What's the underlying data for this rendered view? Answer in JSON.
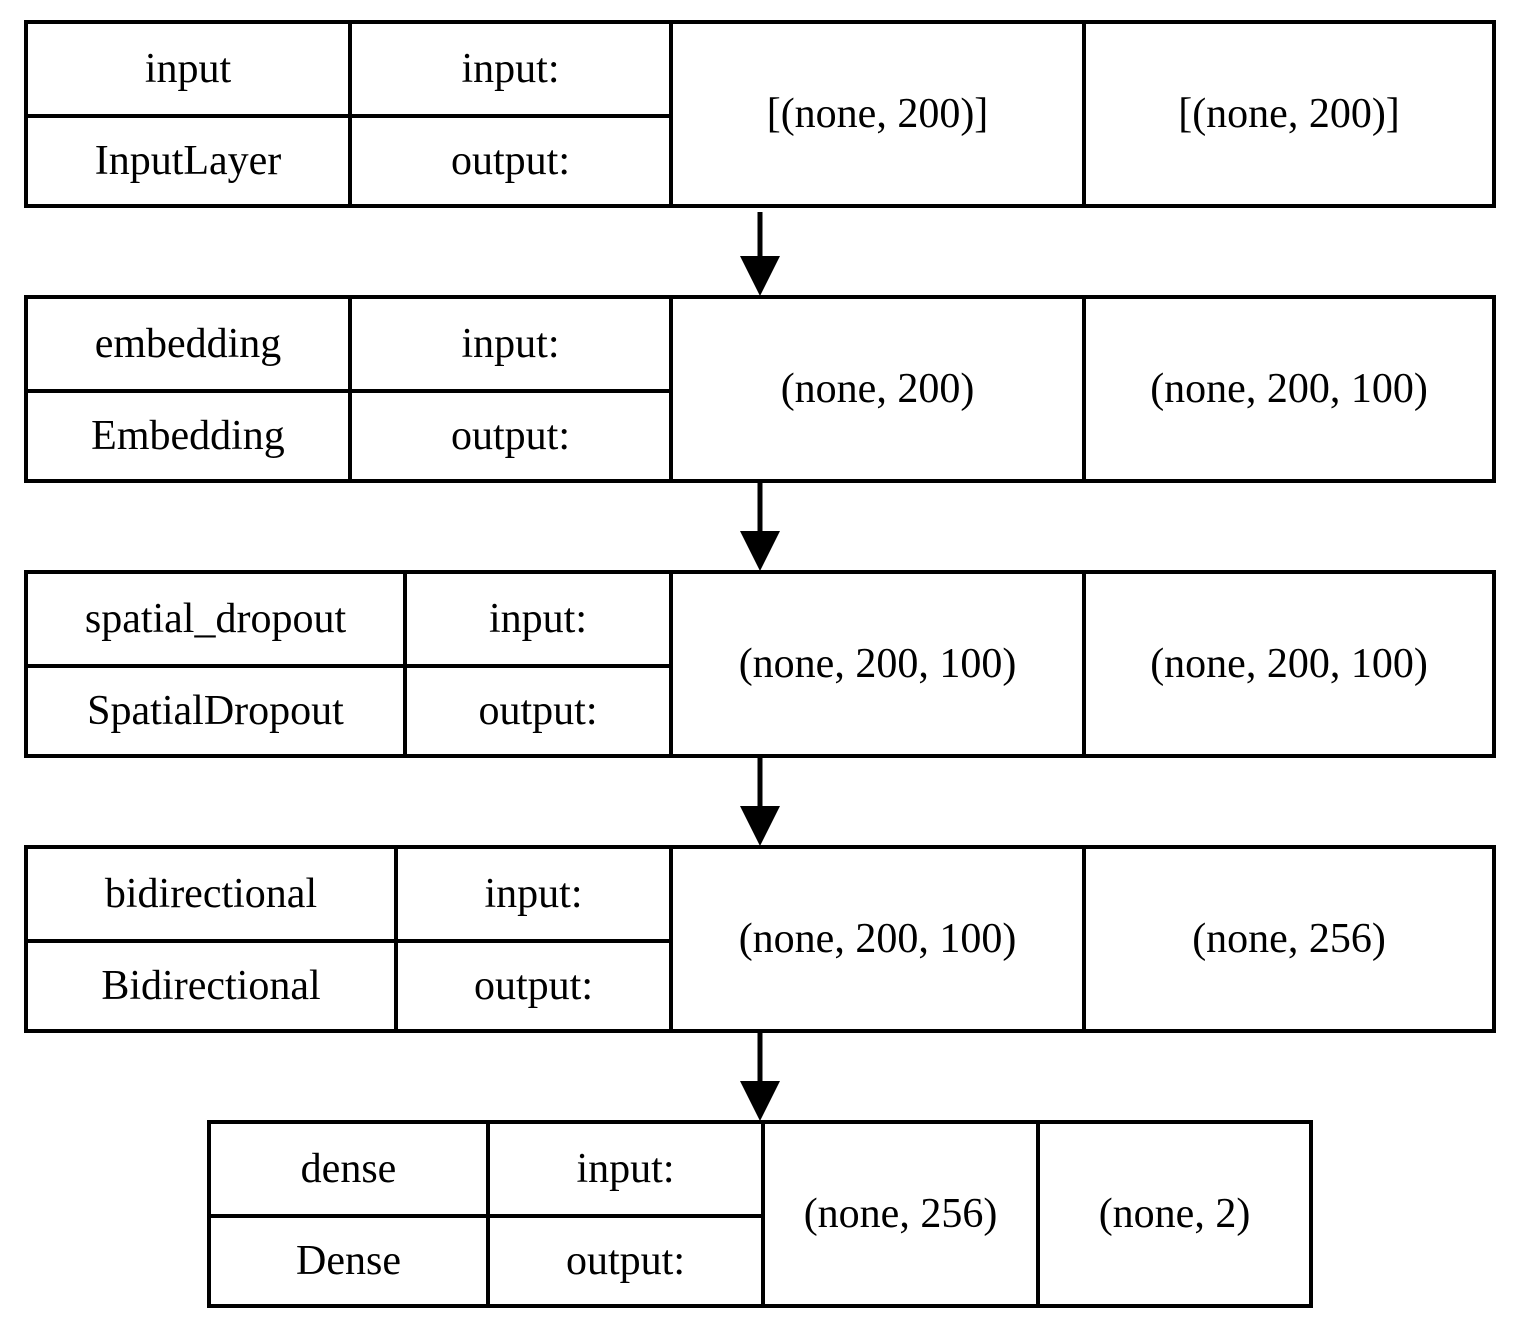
{
  "diagram": {
    "layers": [
      {
        "name": "input",
        "type": "InputLayer",
        "input_label": "input:",
        "output_label": "output:",
        "input_shape": "[(none, 200)]",
        "output_shape": "[(none, 200)]"
      },
      {
        "name": "embedding",
        "type": "Embedding",
        "input_label": "input:",
        "output_label": "output:",
        "input_shape": "(none, 200)",
        "output_shape": "(none, 200, 100)"
      },
      {
        "name": "spatial_dropout",
        "type": "SpatialDropout",
        "input_label": "input:",
        "output_label": "output:",
        "input_shape": "(none, 200, 100)",
        "output_shape": "(none, 200, 100)"
      },
      {
        "name": "bidirectional",
        "type": "Bidirectional",
        "input_label": "input:",
        "output_label": "output:",
        "input_shape": "(none, 200, 100)",
        "output_shape": "(none, 256)"
      },
      {
        "name": "dense",
        "type": "Dense",
        "input_label": "input:",
        "output_label": "output:",
        "input_shape": "(none, 256)",
        "output_shape": "(none, 2)"
      }
    ],
    "edges": [
      {
        "from": "input",
        "to": "embedding"
      },
      {
        "from": "embedding",
        "to": "spatial_dropout"
      },
      {
        "from": "spatial_dropout",
        "to": "bidirectional"
      },
      {
        "from": "bidirectional",
        "to": "dense"
      }
    ],
    "colors": {
      "stroke": "#000000",
      "background": "#ffffff"
    }
  }
}
